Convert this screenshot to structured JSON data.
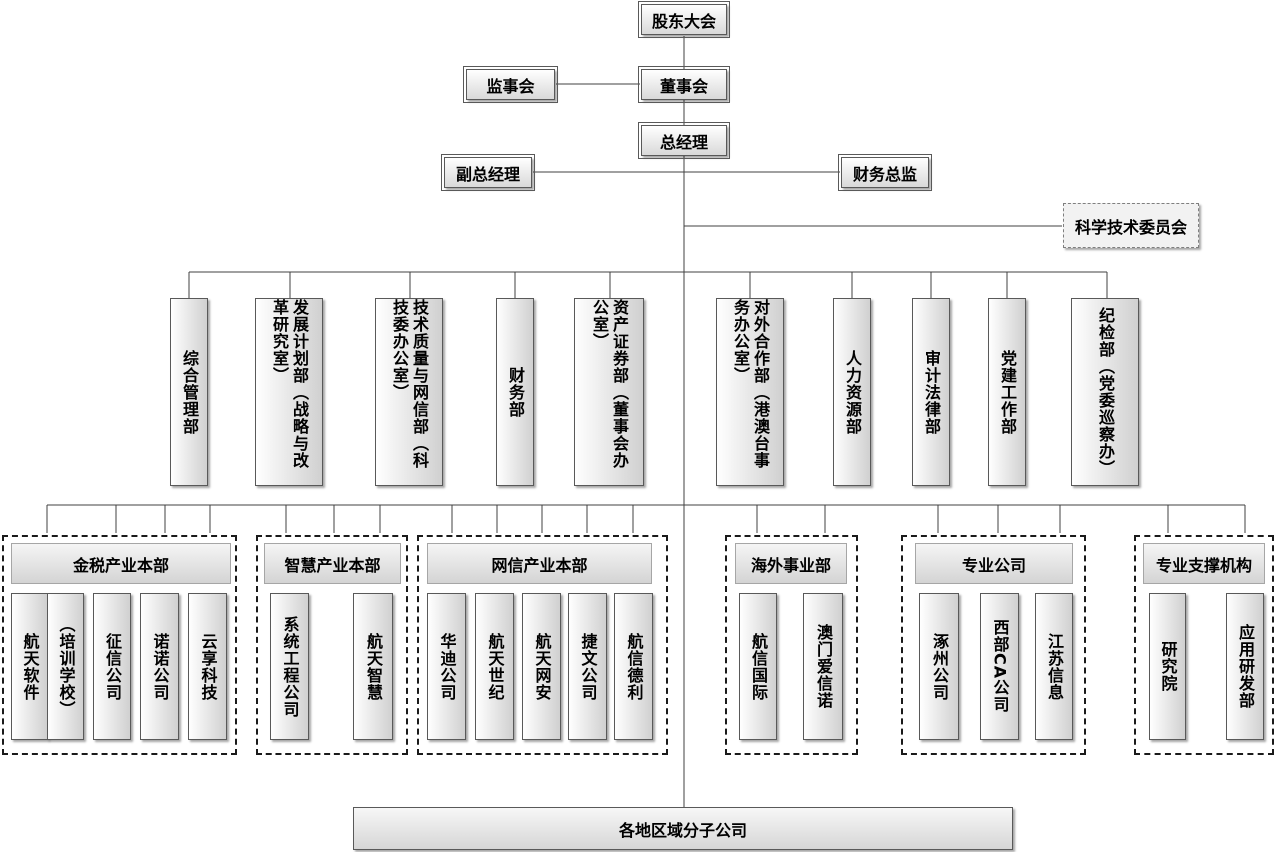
{
  "top": {
    "shareholders": "股东大会",
    "board": "董事会",
    "supervisors": "监事会",
    "gm": "总经理",
    "deputy_gm": "副总经理",
    "cfo": "财务总监",
    "sci_committee": "科学技术委员会"
  },
  "departments": [
    "综合管理部",
    "发展计划部（战略与改革研究室）",
    "技术质量与网信部（科技委办公室）",
    "财务部",
    "资产证券部（董事会办公室）",
    "对外合作部（港澳台事务办公室）",
    "人力资源部",
    "审计法律部",
    "党建工作部",
    "纪检部（党委巡察办）"
  ],
  "groups": [
    {
      "title": "金税产业本部",
      "units": [
        "航天软件",
        "（培训学校）",
        "征信公司",
        "诺诺公司",
        "云享科技"
      ]
    },
    {
      "title": "智慧产业本部",
      "units": [
        "系统工程公司",
        "航天智慧"
      ]
    },
    {
      "title": "网信产业本部",
      "units": [
        "华迪公司",
        "航天世纪",
        "航天网安",
        "捷文公司",
        "航信德利"
      ]
    },
    {
      "title": "海外事业部",
      "units": [
        "航信国际",
        "澳门爱信诺"
      ]
    },
    {
      "title": "专业公司",
      "units": [
        "涿州公司",
        "西部CA公司",
        "江苏信息"
      ]
    },
    {
      "title": "专业支撑机构",
      "units": [
        "研究院",
        "应用研发部"
      ]
    }
  ],
  "regional": "各地区域分子公司"
}
